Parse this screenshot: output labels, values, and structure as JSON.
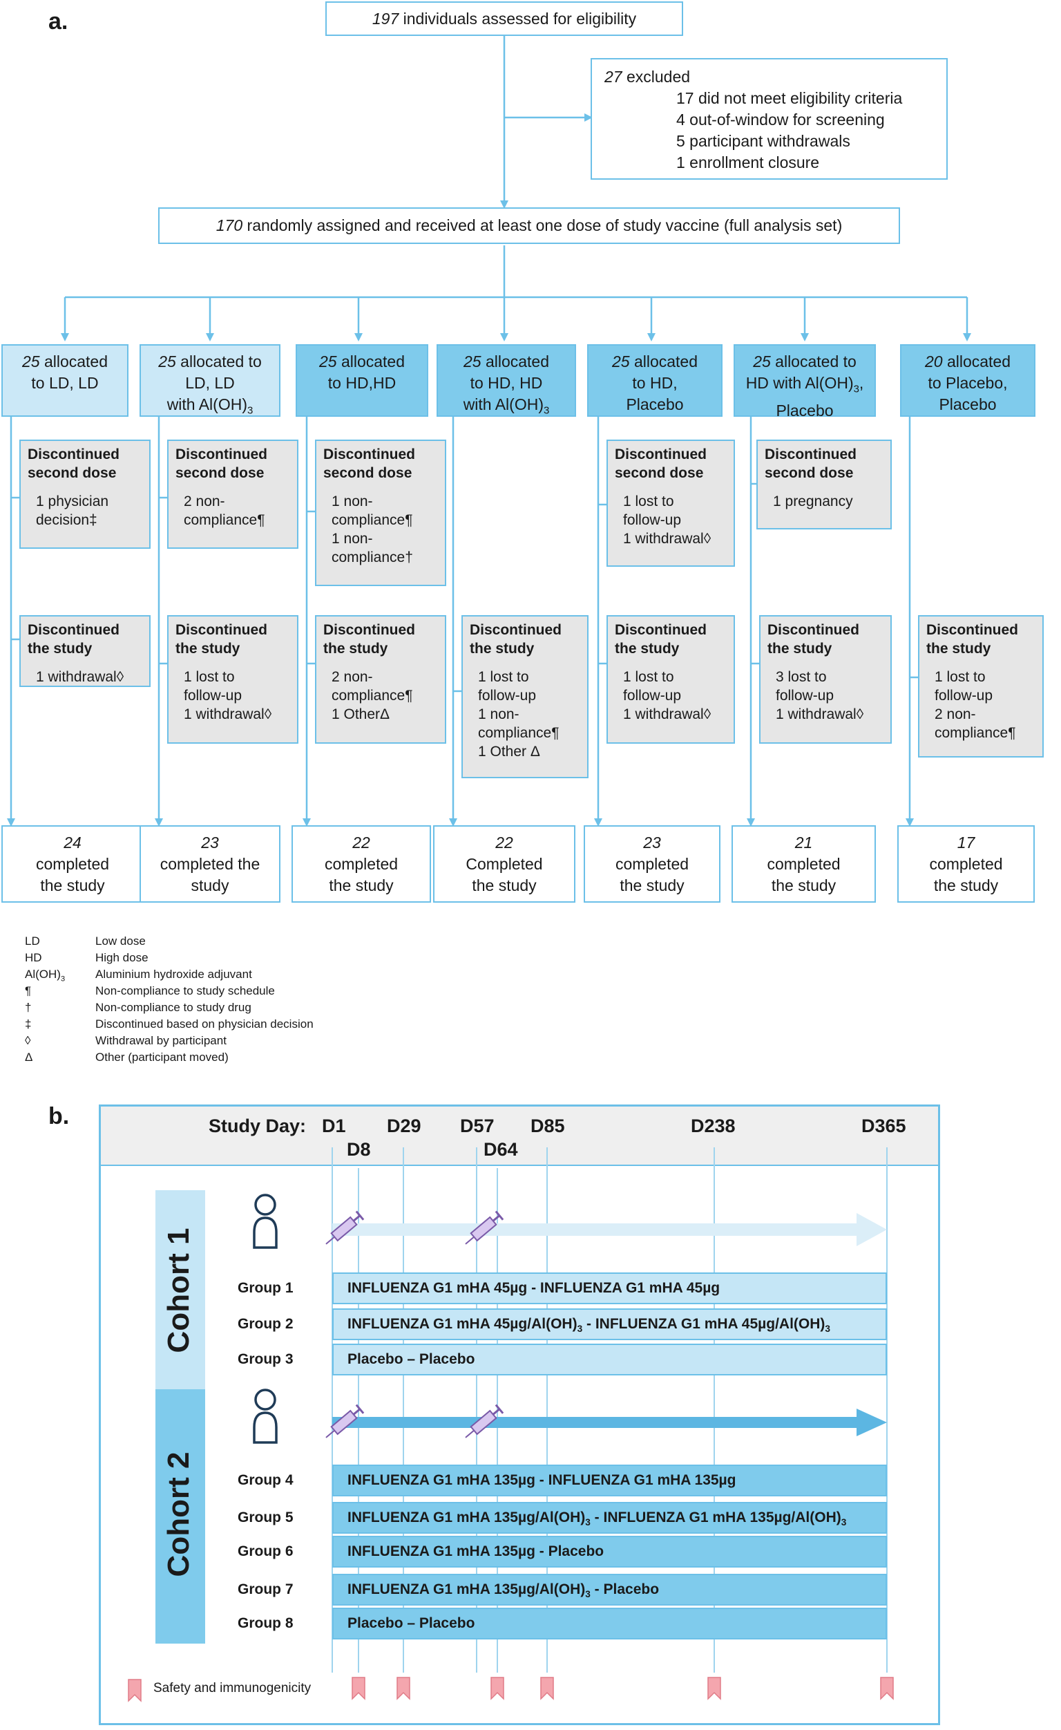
{
  "panel_a": {
    "letter": "a.",
    "assessed": {
      "num": "197",
      "text": " individuals assessed for eligibility"
    },
    "excluded": {
      "num": "27",
      "text": " excluded",
      "reasons": [
        "17 did not meet eligibility criteria",
        "4 out-of-window for screening",
        "5 participant withdrawals",
        "1 enrollment closure"
      ]
    },
    "randomized": {
      "num": "170",
      "text": " randomly assigned and received at least one dose of study vaccine (full analysis set)"
    },
    "arms": [
      {
        "num": "25",
        "lines": [
          " allocated",
          "to LD, LD"
        ]
      },
      {
        "num": "25",
        "lines": [
          " allocated to",
          "LD, LD",
          "with Al(OH)3"
        ]
      },
      {
        "num": "25",
        "lines": [
          " allocated",
          "to HD,HD"
        ]
      },
      {
        "num": "25",
        "lines": [
          " allocated",
          "to HD, HD",
          "with Al(OH)3"
        ]
      },
      {
        "num": "25",
        "lines": [
          " allocated",
          "to HD,",
          "Placebo"
        ]
      },
      {
        "num": "25",
        "lines": [
          " allocated to",
          "HD with Al(OH)3,",
          "Placebo"
        ]
      },
      {
        "num": "20",
        "lines": [
          " allocated",
          "to Placebo,",
          "Placebo"
        ]
      }
    ],
    "second_dose_boxes": [
      {
        "title": [
          "Discontinued",
          "second dose"
        ],
        "items": [
          "1 physician\ndecision‡"
        ]
      },
      {
        "title": [
          "Discontinued",
          "second dose"
        ],
        "items": [
          "2 non-\ncompliance¶"
        ]
      },
      {
        "title": [
          "Discontinued",
          "second dose"
        ],
        "items": [
          "1 non-\ncompliance¶",
          "1 non-\ncompliance†"
        ]
      },
      null,
      {
        "title": [
          "Discontinued",
          "second dose"
        ],
        "items": [
          "1 lost to\nfollow-up",
          "1 withdrawal◊"
        ]
      },
      {
        "title": [
          "Discontinued",
          "second dose"
        ],
        "items": [
          "1 pregnancy"
        ]
      },
      null
    ],
    "study_boxes": [
      {
        "title": [
          "Discontinued",
          "the study"
        ],
        "items": [
          "1 withdrawal◊"
        ]
      },
      {
        "title": [
          "Discontinued",
          "the study"
        ],
        "items": [
          "1 lost to\nfollow-up",
          "1 withdrawal◊"
        ]
      },
      {
        "title": [
          "Discontinued",
          "the study"
        ],
        "items": [
          "2 non-\ncompliance¶",
          "1 OtherΔ"
        ]
      },
      {
        "title": [
          "Discontinued",
          "the study"
        ],
        "items": [
          "1 lost to\nfollow-up",
          "1 non-\ncompliance¶",
          "1 Other Δ"
        ]
      },
      {
        "title": [
          "Discontinued",
          "the study"
        ],
        "items": [
          "1 lost to\nfollow-up",
          "1 withdrawal◊"
        ]
      },
      {
        "title": [
          "Discontinued",
          "the study"
        ],
        "items": [
          "3 lost to\nfollow-up",
          "1 withdrawal◊"
        ]
      },
      {
        "title": [
          "Discontinued",
          "the study"
        ],
        "items": [
          "1 lost to\nfollow-up",
          "2 non-\ncompliance¶"
        ]
      }
    ],
    "completed": [
      {
        "num": "24",
        "lines": [
          "completed",
          "the study"
        ]
      },
      {
        "num": "23",
        "lines": [
          "completed the",
          "study"
        ]
      },
      {
        "num": "22",
        "lines": [
          "completed",
          "the study"
        ]
      },
      {
        "num": "22",
        "lines": [
          "Completed",
          "the study"
        ]
      },
      {
        "num": "23",
        "lines": [
          "completed",
          "the study"
        ]
      },
      {
        "num": "21",
        "lines": [
          "completed",
          "the study"
        ]
      },
      {
        "num": "17",
        "lines": [
          "completed",
          "the study"
        ]
      }
    ],
    "legend": [
      {
        "abbr": "LD",
        "desc": "Low dose"
      },
      {
        "abbr": "HD",
        "desc": "High dose"
      },
      {
        "abbr": "Al(OH)3",
        "desc": "Aluminium hydroxide adjuvant"
      },
      {
        "abbr": "¶",
        "desc": "Non-compliance to study schedule"
      },
      {
        "abbr": "†",
        "desc": "Non-compliance to study drug"
      },
      {
        "abbr": "‡",
        "desc": "Discontinued based on physician decision"
      },
      {
        "abbr": "◊",
        "desc": "Withdrawal by participant"
      },
      {
        "abbr": "Δ",
        "desc": "Other (participant moved)"
      }
    ]
  },
  "panel_b": {
    "letter": "b.",
    "study_day_label": "Study Day:",
    "days_top": [
      "D1",
      "D29",
      "D57",
      "D85",
      "D238",
      "D365"
    ],
    "days_bottom": [
      "D8",
      "D64"
    ],
    "cohort1": {
      "label": "Cohort 1",
      "groups": [
        {
          "label": "Group 1",
          "text": "INFLUENZA G1 mHA 45µg - INFLUENZA G1 mHA 45µg"
        },
        {
          "label": "Group 2",
          "text": "INFLUENZA G1 mHA 45µg/Al(OH)3 - INFLUENZA G1 mHA 45µg/Al(OH)3"
        },
        {
          "label": "Group 3",
          "text": "Placebo – Placebo"
        }
      ]
    },
    "cohort2": {
      "label": "Cohort 2",
      "groups": [
        {
          "label": "Group 4",
          "text": "INFLUENZA G1 mHA 135µg - INFLUENZA G1 mHA 135µg"
        },
        {
          "label": "Group 5",
          "text": "INFLUENZA G1 mHA 135µg/Al(OH)3 - INFLUENZA G1 mHA 135µg/Al(OH)3"
        },
        {
          "label": "Group 6",
          "text": "INFLUENZA G1 mHA 135µg - Placebo"
        },
        {
          "label": "Group 7",
          "text": "INFLUENZA G1 mHA 135µg/Al(OH)3 - Placebo"
        },
        {
          "label": "Group 8",
          "text": "Placebo – Placebo"
        }
      ]
    },
    "legend_label": "Safety and immunogenicity",
    "colors": {
      "line": "#6cc0e8",
      "cohort1": "#c5e6f6",
      "cohort2": "#7fcbec",
      "flag": "#f4a6ae",
      "header": "#efefef"
    }
  }
}
